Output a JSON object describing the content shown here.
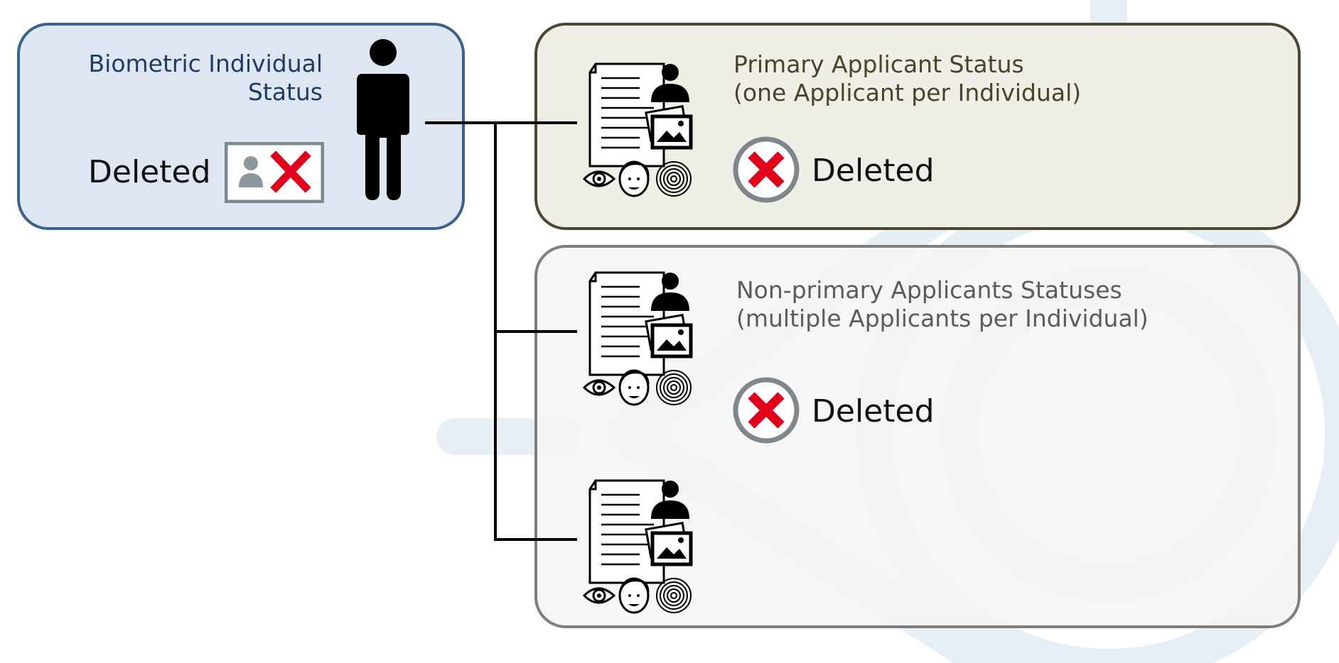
{
  "individual": {
    "title_line1": "Biometric Individual",
    "title_line2": "Status",
    "state": "Deleted",
    "icon": "person-card-deleted-icon"
  },
  "primary": {
    "title_line1": "Primary Applicant Status",
    "title_line2": "(one Applicant per Individual)",
    "state": "Deleted",
    "icon": "applicant-record-icon",
    "status_icon": "deleted-x-circle-icon"
  },
  "nonprimary": {
    "title_line1": "Non-primary Applicants Statuses",
    "title_line2": "(multiple Applicants per Individual)",
    "state": "Deleted",
    "icon": "applicant-record-icon",
    "status_icon": "deleted-x-circle-icon"
  },
  "colors": {
    "individual_fill": "#dde6f1",
    "individual_border": "#3a6290",
    "primary_fill": "#f0efe6",
    "primary_border": "#4d4632",
    "nonprimary_fill": "#f5f5f5",
    "nonprimary_border": "#7e7e7e",
    "deleted_red": "#e2001a",
    "watermark": "#e6eff6"
  }
}
